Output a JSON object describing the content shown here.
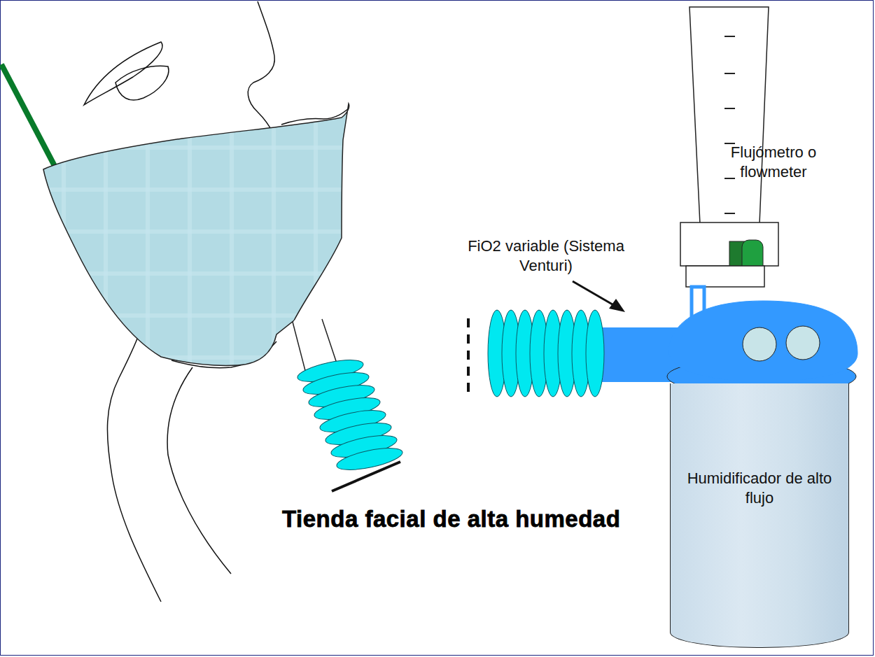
{
  "diagram": {
    "title": "Tienda facial de alta humedad",
    "nodes": [
      {
        "text": [
          "Humidificador de alto flujo"
        ]
      }
    ],
    "labels": [
      "Flujómetro o flowmeter",
      "FiO2 variable (Sistema Venturi)"
    ]
  }
}
